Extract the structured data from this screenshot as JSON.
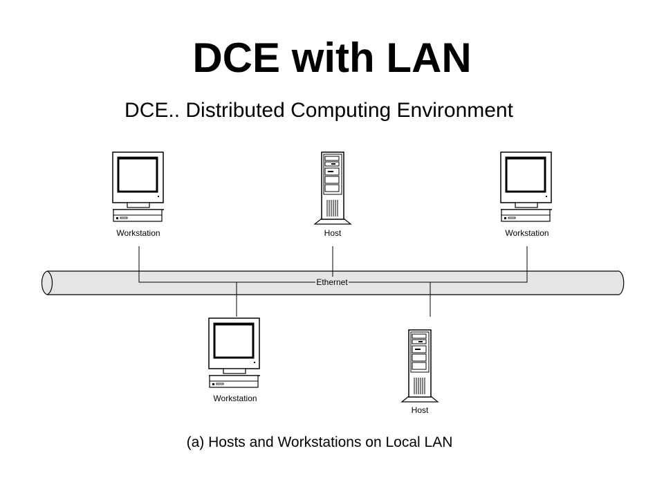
{
  "slide": {
    "title": "DCE with LAN",
    "subtitle": "DCE.. Distributed Computing Environment"
  },
  "diagram": {
    "network_label": "Ethernet",
    "caption": "(a) Hosts and Workstations on Local LAN",
    "nodes": [
      {
        "id": "ws-top-left",
        "type": "workstation",
        "label": "Workstation"
      },
      {
        "id": "host-top",
        "type": "host",
        "label": "Host"
      },
      {
        "id": "ws-top-right",
        "type": "workstation",
        "label": "Workstation"
      },
      {
        "id": "ws-bottom",
        "type": "workstation",
        "label": "Workstation"
      },
      {
        "id": "host-bottom",
        "type": "host",
        "label": "Host"
      }
    ],
    "icons": {
      "workstation": "computer-monitor-icon",
      "host": "server-tower-icon",
      "network": "ethernet-cable-icon"
    }
  }
}
